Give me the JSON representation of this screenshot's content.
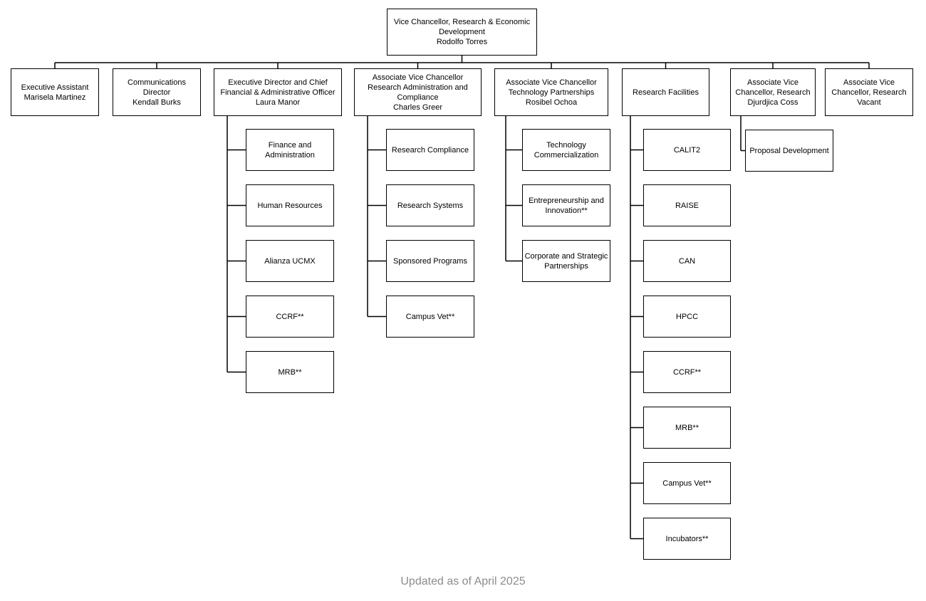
{
  "root": {
    "id": "root",
    "lines": [
      "Vice Chancellor, Research & Economic Development",
      "Rodolfo Torres"
    ]
  },
  "level1": [
    {
      "id": "exec-assistant",
      "lines": [
        "Executive Assistant",
        "Marisela Martinez"
      ]
    },
    {
      "id": "comm-director",
      "lines": [
        "Communications Director",
        "Kendall Burks"
      ]
    },
    {
      "id": "exec-director",
      "lines": [
        "Executive Director and Chief Financial & Administrative Officer",
        "Laura Manor"
      ],
      "children": [
        "Finance and Administration",
        "Human Resources",
        "Alianza UCMX",
        "CCRF**",
        "MRB**"
      ]
    },
    {
      "id": "avc-rac",
      "lines": [
        "Associate Vice Chancellor Research Administration and Compliance",
        "Charles Greer"
      ],
      "children": [
        "Research Compliance",
        "Research Systems",
        "Sponsored Programs",
        "Campus Vet**"
      ]
    },
    {
      "id": "avc-tp",
      "lines": [
        "Associate Vice Chancellor Technology Partnerships",
        "Rosibel Ochoa"
      ],
      "children": [
        "Technology Commercialization",
        "Entrepreneurship and Innovation**",
        "Corporate and Strategic Partnerships"
      ]
    },
    {
      "id": "research-facilities",
      "lines": [
        "Research Facilities"
      ],
      "children": [
        "CALIT2",
        "RAISE",
        "CAN",
        "HPCC",
        "CCRF**",
        "MRB**",
        "Campus Vet**",
        "Incubators**"
      ]
    },
    {
      "id": "avc-research-coss",
      "lines": [
        "Associate Vice Chancellor, Research",
        "Djurdjica Coss"
      ],
      "children": [
        "Proposal Development"
      ]
    },
    {
      "id": "avc-research-vacant",
      "lines": [
        "Associate Vice Chancellor, Research",
        "Vacant"
      ]
    }
  ],
  "footer": "Updated as of April 2025"
}
